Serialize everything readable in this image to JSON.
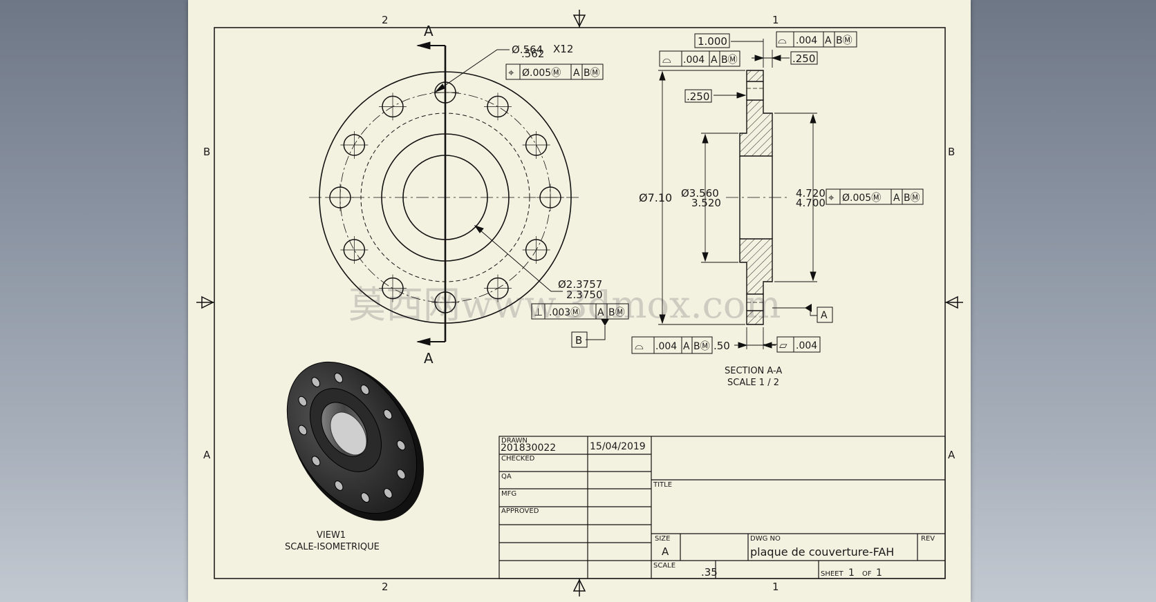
{
  "zones": {
    "top_left": "2",
    "top_right": "1",
    "bottom_left": "2",
    "bottom_right": "1",
    "left_upper": "B",
    "left_lower": "A",
    "right_upper": "B",
    "right_lower": "A"
  },
  "front_view": {
    "section_label_top": "A",
    "section_label_bottom": "A",
    "hole_dim_top": "Ø.564",
    "hole_dim_bottom": ".562",
    "hole_count": "X12",
    "hole_fcf": {
      "symbol": "⌖",
      "tol": "Ø.005Ⓜ",
      "datum1": "A",
      "datum2": "BⓂ"
    },
    "bore_dim_top": "Ø2.3757",
    "bore_dim_bottom": "2.3750",
    "bore_fcf": {
      "symbol": "⊥",
      "tol": ".003Ⓜ",
      "datum1": "A",
      "datum2": "BⓂ"
    },
    "datum_b": "B"
  },
  "section_view": {
    "dim_1000": "1.000",
    "top_fcf": {
      "symbol": "⌓",
      "tol": ".004",
      "datum1": "A",
      "datum2": "BⓂ"
    },
    "left_fcf": {
      "symbol": "⌓",
      "tol": ".004",
      "datum1": "A",
      "datum2": "BⓂ"
    },
    "dim_250_right": ".250",
    "dim_250_left": ".250",
    "dia_od": "Ø7.10",
    "dia_bore_top": "Ø3.560",
    "dia_bore_bottom": "3.520",
    "dia_hub_top": "4.720",
    "dia_hub_bottom": "4.700",
    "hub_fcf": {
      "symbol": "⌖",
      "tol": "Ø.005Ⓜ",
      "datum1": "A",
      "datum2": "BⓂ"
    },
    "bottom_fcf": {
      "symbol": "⌓",
      "tol": ".004",
      "datum1": "A",
      "datum2": "BⓂ"
    },
    "dim_50": ".50",
    "flatness": {
      "symbol": "▱",
      "tol": ".004"
    },
    "datum_a": "A",
    "caption_line1": "SECTION A-A",
    "caption_line2": "SCALE 1 / 2"
  },
  "iso_view": {
    "caption_line1": "VIEW1",
    "caption_line2": "SCALE-ISOMETRIQUE"
  },
  "title_block": {
    "drawn_label": "DRAWN",
    "drawn_value": "201830022",
    "drawn_date": "15/04/2019",
    "checked_label": "CHECKED",
    "qa_label": "QA",
    "mfg_label": "MFG",
    "approved_label": "APPROVED",
    "title_label": "TITLE",
    "size_label": "SIZE",
    "size_value": "A",
    "dwg_no_label": "DWG NO",
    "dwg_no_value": "plaque de couverture-FAH",
    "rev_label": "REV",
    "scale_label": "SCALE",
    "scale_value": ".35",
    "sheet_label": "SHEET",
    "sheet_value": "1",
    "of_label": "OF",
    "of_value": "1"
  },
  "watermark": "莫西网www.3dmox.com"
}
